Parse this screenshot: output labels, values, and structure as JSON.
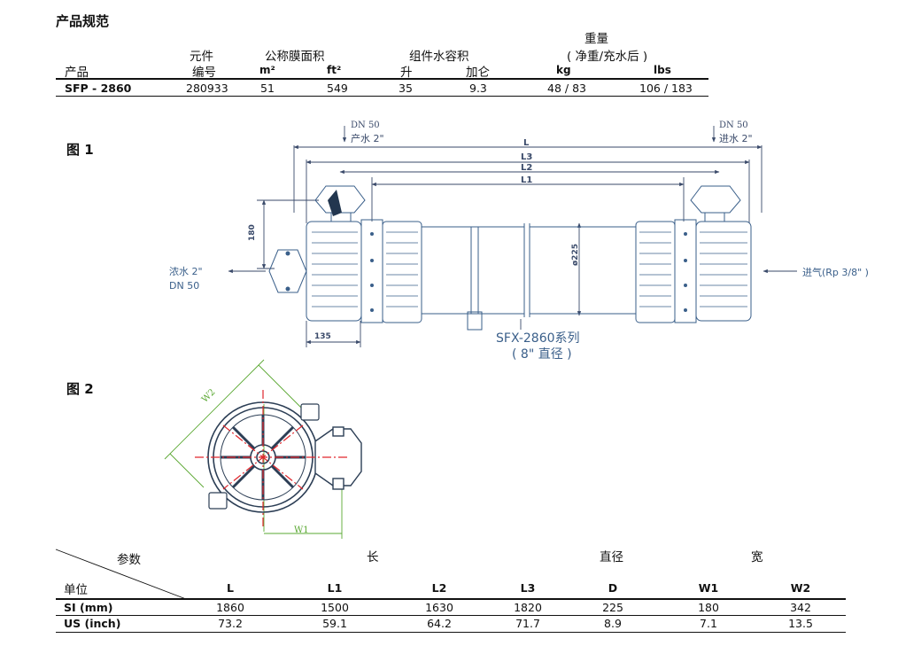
{
  "spec": {
    "title": "产品规范",
    "headers": {
      "product": "产品",
      "element_line1": "元件",
      "element_line2": "编号",
      "area": "公称膜面积",
      "area_si": "m²",
      "area_us": "ft²",
      "volume": "组件水容积",
      "vol_si": "升",
      "vol_us": "加仑",
      "weight_line1": "重量",
      "weight_line2": "( 净重/充水后 )",
      "weight_si": "kg",
      "weight_us": "lbs"
    },
    "row": {
      "product": "SFP - 2860",
      "element": "280933",
      "area_m2": "51",
      "area_ft2": "549",
      "vol_l": "35",
      "vol_gal": "9.3",
      "weight_kg": "48 / 83",
      "weight_lbs": "106 / 183"
    }
  },
  "fig1": {
    "label": "图 1",
    "perm_top": "DN 50",
    "perm_bottom": "产水 2\"",
    "feed_top": "DN 50",
    "feed_bottom": "进水 2\"",
    "conc_top": "浓水 2\"",
    "conc_bottom": "DN 50",
    "air": "进气(Rp 3/8\" )",
    "dim_L": "L",
    "dim_L3": "L3",
    "dim_L2": "L2",
    "dim_L1": "L1",
    "dim_180": "180",
    "dim_135": "135",
    "dim_d": "ø225",
    "series_1": "SFX-2860系列",
    "series_2": "( 8\" 直径 )"
  },
  "fig2": {
    "label": "图 2",
    "dim_W1": "W1",
    "dim_W2": "W2"
  },
  "params": {
    "diag_top": "参数",
    "diag_bottom": "单位",
    "group_length": "长",
    "group_diameter": "直径",
    "group_width": "宽",
    "cols": [
      "L",
      "L1",
      "L2",
      "L3",
      "D",
      "W1",
      "W2"
    ],
    "rows": [
      {
        "unit": "SI (mm)",
        "values": [
          "1860",
          "1500",
          "1630",
          "1820",
          "225",
          "180",
          "342"
        ]
      },
      {
        "unit": "US (inch)",
        "values": [
          "73.2",
          "59.1",
          "64.2",
          "71.7",
          "8.9",
          "7.1",
          "13.5"
        ]
      }
    ]
  },
  "colors": {
    "drawing": "#3a5f8a",
    "dim": "#3a4a6a",
    "red": "#e0262c",
    "green": "#5aa832",
    "text": "#111111"
  }
}
